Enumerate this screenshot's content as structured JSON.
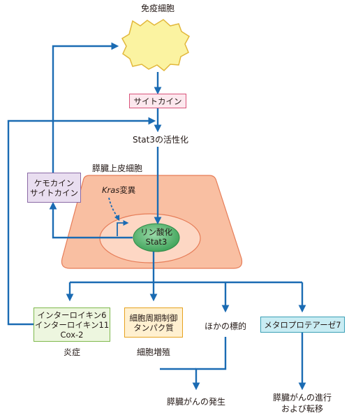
{
  "immune_cell": {
    "label": "免疫細胞"
  },
  "cytokine_box": {
    "label": "サイトカイン"
  },
  "stat3_activation": {
    "label": "Stat3の活性化"
  },
  "pancreatic_epithelial": {
    "label": "膵臓上皮細胞"
  },
  "chemokine_box": {
    "line1": "ケモカイン",
    "line2": "サイトカイン"
  },
  "kras": {
    "italic": "Kras",
    "suffix": "変異"
  },
  "nucleus": {
    "line1": "リン酸化",
    "line2": "Stat3"
  },
  "interleukin_box": {
    "line1": "インターロイキン6",
    "line2": "インターロイキン11",
    "line3": "Cox-2"
  },
  "inflammation": {
    "label": "炎症"
  },
  "cell_cycle_box": {
    "line1": "細胞周期制御",
    "line2": "タンパク質"
  },
  "proliferation": {
    "label": "細胞増殖"
  },
  "other_targets": {
    "label": "ほかの標的"
  },
  "mmp_box": {
    "label": "メタロプロテアーゼ7"
  },
  "cancer_onset": {
    "label": "膵臓がんの発生"
  },
  "progression": {
    "line1": "膵臓がんの進行",
    "line2": "および転移"
  },
  "colors": {
    "arrow": "#1a6bb3",
    "cytokine_fill": "#fce8ee",
    "cytokine_border": "#d9537a",
    "chemokine_fill": "#e9def0",
    "chemokine_border": "#8a6aa6",
    "cell_fill": "#f9bfa2",
    "cell_border": "#e67c57",
    "nucleus_fill": "#fdd7c4",
    "stat3_fill": "#52b26a",
    "interleukin_fill": "#edf6df",
    "interleukin_border": "#7eb84c",
    "cellcycle_fill": "#fff0d0",
    "cellcycle_border": "#e6a21e",
    "mmp_fill": "#c9ecf3",
    "mmp_border": "#3a9fb6",
    "immune_fill": "#fbf3a1",
    "immune_border": "#e2b73a"
  }
}
